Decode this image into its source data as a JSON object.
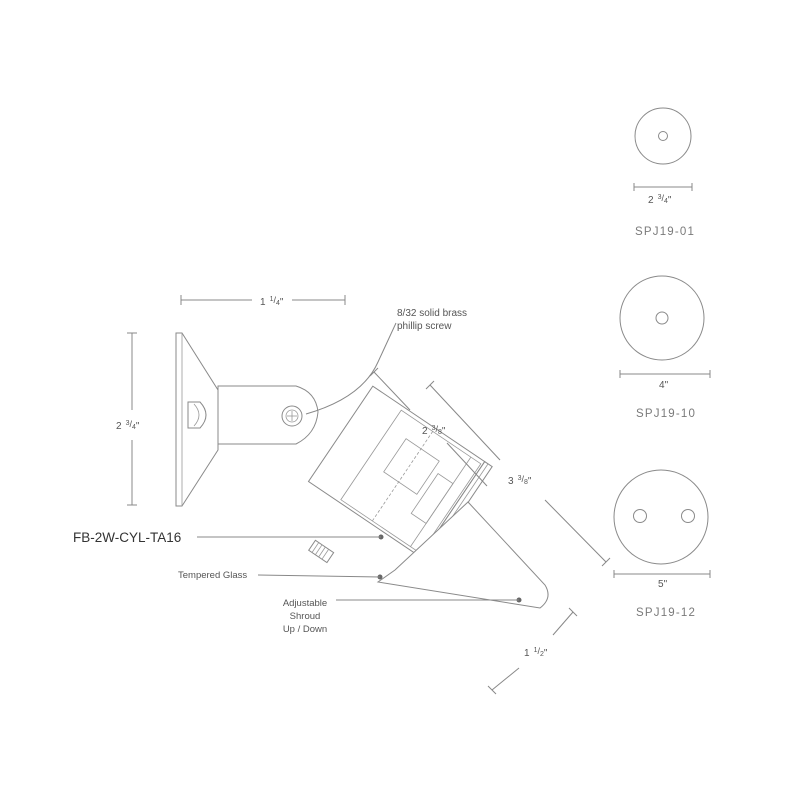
{
  "drawing": {
    "model": "FB-2W-CYL-TA16",
    "callouts": {
      "screw_line1": "8/32 solid brass",
      "screw_line2": "phillip screw",
      "tempered_glass": "Tempered Glass",
      "shroud_line1": "Adjustable",
      "shroud_line2": "Shroud",
      "shroud_line3": "Up / Down"
    },
    "dimensions": {
      "bracket_width": {
        "whole": "1",
        "num": "1",
        "den": "4",
        "unit": "\""
      },
      "bracket_height": {
        "whole": "2",
        "num": "3",
        "den": "4",
        "unit": "\""
      },
      "body_length": {
        "whole": "2",
        "num": "3",
        "den": "8",
        "unit": "\""
      },
      "overall_length": {
        "whole": "3",
        "num": "3",
        "den": "8",
        "unit": "\""
      },
      "shroud_width": {
        "whole": "1",
        "num": "1",
        "den": "2",
        "unit": "\""
      }
    }
  },
  "mounts": [
    {
      "code": "SPJ19-01",
      "dim": {
        "whole": "2",
        "num": "3",
        "den": "4",
        "unit": "\""
      }
    },
    {
      "code": "SPJ19-10",
      "dim": {
        "whole": "4",
        "num": "",
        "den": "",
        "unit": "\""
      }
    },
    {
      "code": "SPJ19-12",
      "dim": {
        "whole": "5",
        "num": "",
        "den": "",
        "unit": "\""
      }
    }
  ],
  "colors": {
    "line": "#8a8a8a",
    "text": "#555555",
    "leader": "#666666"
  }
}
